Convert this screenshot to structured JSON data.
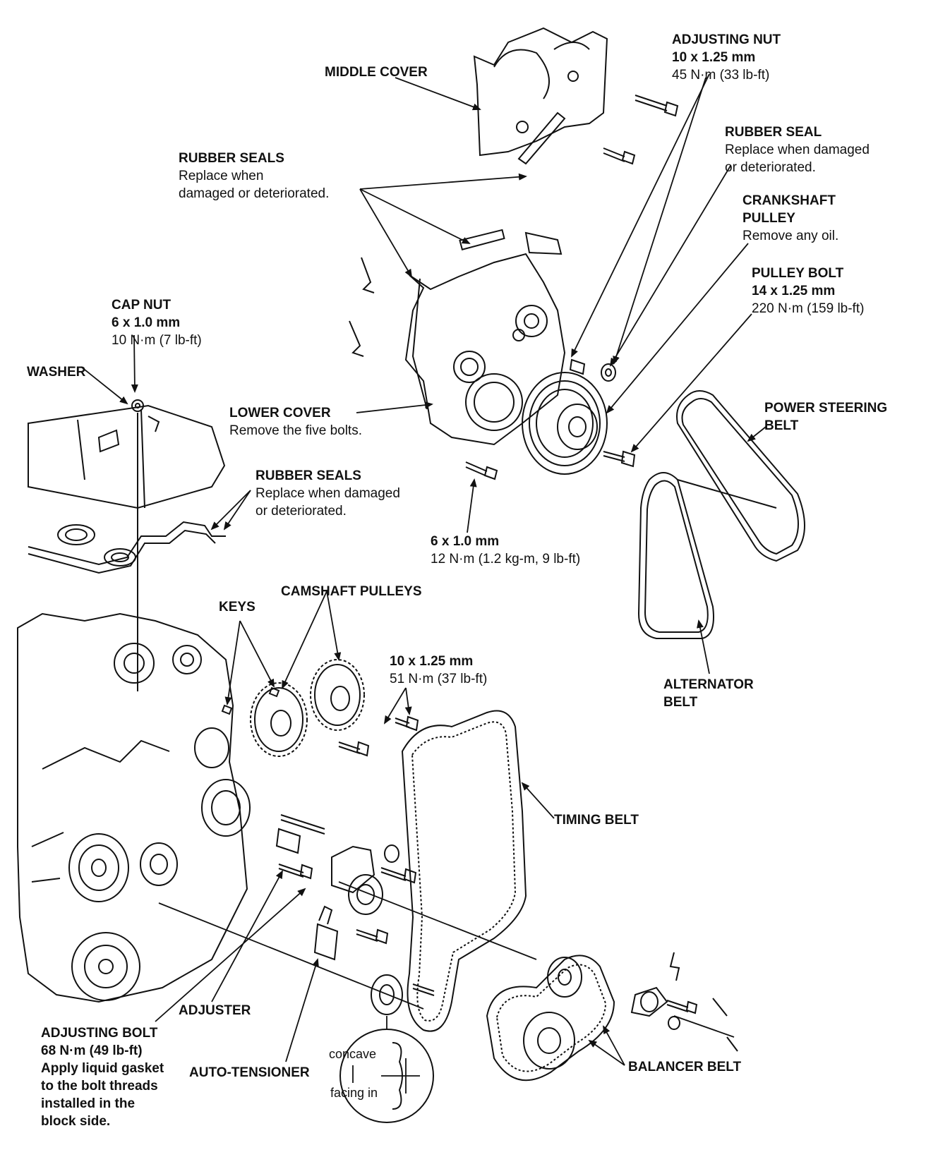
{
  "labels": {
    "middle_cover": {
      "title": "MIDDLE COVER"
    },
    "adjusting_nut": {
      "title": "ADJUSTING NUT",
      "spec": "10 x 1.25 mm",
      "torque": "45 N·m (33 lb-ft)"
    },
    "rubber_seal_right": {
      "title": "RUBBER SEAL",
      "note1": "Replace when damaged",
      "note2": "or deteriorated."
    },
    "rubber_seals_top": {
      "title": "RUBBER SEALS",
      "note1": "Replace when",
      "note2": "damaged or deteriorated."
    },
    "crankshaft_pulley": {
      "title1": "CRANKSHAFT",
      "title2": "PULLEY",
      "note": "Remove any oil."
    },
    "pulley_bolt": {
      "title": "PULLEY BOLT",
      "spec": "14 x 1.25 mm",
      "torque": "220 N·m (159 lb-ft)"
    },
    "cap_nut": {
      "title": "CAP NUT",
      "spec": "6 x 1.0 mm",
      "torque": "10 N·m (7 lb-ft)"
    },
    "washer": {
      "title": "WASHER"
    },
    "lower_cover": {
      "title": "LOWER COVER",
      "note": "Remove the five bolts."
    },
    "power_steering_belt": {
      "title1": "POWER STEERING",
      "title2": "BELT"
    },
    "rubber_seals_left": {
      "title": "RUBBER SEALS",
      "note1": "Replace when damaged",
      "note2": "or deteriorated."
    },
    "bolt_6x1": {
      "spec": "6 x 1.0 mm",
      "torque": "12 N·m (1.2 kg-m, 9 lb-ft)"
    },
    "camshaft_pulleys": {
      "title": "CAMSHAFT PULLEYS"
    },
    "keys": {
      "title": "KEYS"
    },
    "bolt_10x125": {
      "spec": "10 x 1.25 mm",
      "torque": "51 N·m (37 lb-ft)"
    },
    "alternator_belt": {
      "title1": "ALTERNATOR",
      "title2": "BELT"
    },
    "timing_belt": {
      "title": "TIMING BELT"
    },
    "adjuster": {
      "title": "ADJUSTER"
    },
    "adjusting_bolt": {
      "title": "ADJUSTING BOLT",
      "torque": "68 N·m (49 lb-ft)",
      "note1": "Apply liquid gasket",
      "note2": "to the bolt threads",
      "note3": "installed in the",
      "note4": "block side."
    },
    "auto_tensioner": {
      "title": "AUTO-TENSIONER"
    },
    "balancer_belt": {
      "title": "BALANCER BELT"
    },
    "concave_callout": {
      "line1": "concave",
      "line2": "facing in"
    }
  }
}
